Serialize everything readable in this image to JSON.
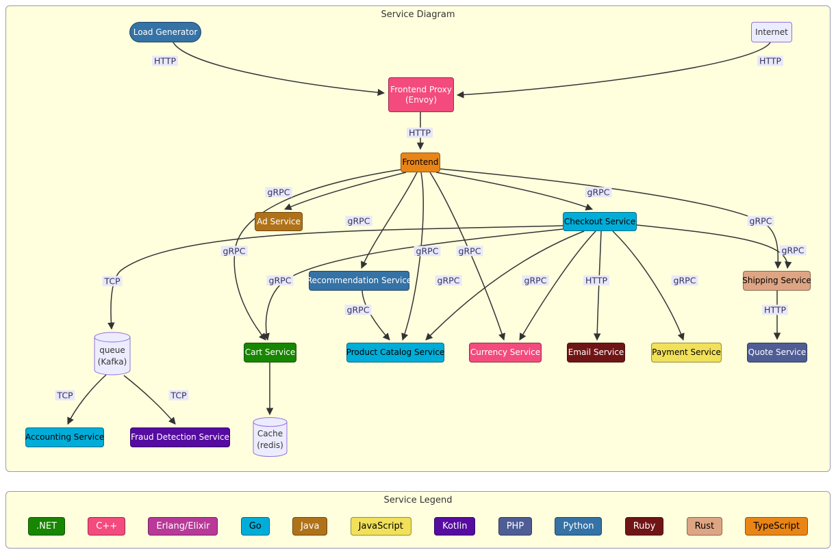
{
  "diagram": {
    "title": "Service Diagram",
    "nodes": {
      "load_generator": {
        "label": "Load Generator",
        "fill": "#3572a5"
      },
      "internet": {
        "label": "Internet",
        "fill": "#ececff"
      },
      "frontend_proxy": {
        "label": "Frontend Proxy",
        "sublabel": "(Envoy)",
        "fill": "#f34b7d"
      },
      "frontend": {
        "label": "Frontend",
        "fill": "#e98516"
      },
      "ad_service": {
        "label": "Ad Service",
        "fill": "#b07219"
      },
      "checkout_service": {
        "label": "Checkout Service",
        "fill": "#00add8"
      },
      "recommendation_service": {
        "label": "Recommendation Service",
        "fill": "#3572a5"
      },
      "shipping_service": {
        "label": "Shipping Service",
        "fill": "#dea584"
      },
      "queue": {
        "label": "queue",
        "sublabel": "(Kafka)",
        "fill": "#ececff"
      },
      "cart_service": {
        "label": "Cart Service",
        "fill": "#178600"
      },
      "product_catalog_service": {
        "label": "Product Catalog Service",
        "fill": "#00add8"
      },
      "currency_service": {
        "label": "Currency Service",
        "fill": "#f34b7d"
      },
      "email_service": {
        "label": "Email Service",
        "fill": "#701516"
      },
      "payment_service": {
        "label": "Payment Service",
        "fill": "#f1e05a"
      },
      "quote_service": {
        "label": "Quote Service",
        "fill": "#4f5d95"
      },
      "accounting_service": {
        "label": "Accounting Service",
        "fill": "#00add8"
      },
      "fraud_detection_service": {
        "label": "Fraud Detection Service",
        "fill": "#560ba1"
      },
      "cache": {
        "label": "Cache",
        "sublabel": "(redis)",
        "fill": "#ececff"
      }
    },
    "edges": [
      {
        "from": "Load Generator",
        "to": "Frontend Proxy (Envoy)",
        "label": "HTTP"
      },
      {
        "from": "Internet",
        "to": "Frontend Proxy (Envoy)",
        "label": "HTTP"
      },
      {
        "from": "Frontend Proxy (Envoy)",
        "to": "Frontend",
        "label": "HTTP"
      },
      {
        "from": "Frontend",
        "to": "Ad Service",
        "label": "gRPC"
      },
      {
        "from": "Frontend",
        "to": "Checkout Service",
        "label": "gRPC"
      },
      {
        "from": "Frontend",
        "to": "Recommendation Service",
        "label": "gRPC"
      },
      {
        "from": "Frontend",
        "to": "Cart Service",
        "label": "gRPC"
      },
      {
        "from": "Frontend",
        "to": "Product Catalog Service",
        "label": "gRPC"
      },
      {
        "from": "Frontend",
        "to": "Currency Service",
        "label": "gRPC"
      },
      {
        "from": "Frontend",
        "to": "Shipping Service",
        "label": "gRPC"
      },
      {
        "from": "Checkout Service",
        "to": "Cart Service",
        "label": "gRPC"
      },
      {
        "from": "Checkout Service",
        "to": "Product Catalog Service",
        "label": "gRPC"
      },
      {
        "from": "Checkout Service",
        "to": "Currency Service",
        "label": "gRPC"
      },
      {
        "from": "Checkout Service",
        "to": "Email Service",
        "label": "HTTP"
      },
      {
        "from": "Checkout Service",
        "to": "Payment Service",
        "label": "gRPC"
      },
      {
        "from": "Checkout Service",
        "to": "Shipping Service",
        "label": "gRPC"
      },
      {
        "from": "Checkout Service",
        "to": "queue (Kafka)",
        "label": "TCP"
      },
      {
        "from": "Recommendation Service",
        "to": "Product Catalog Service",
        "label": "gRPC"
      },
      {
        "from": "Shipping Service",
        "to": "Quote Service",
        "label": "HTTP"
      },
      {
        "from": "queue (Kafka)",
        "to": "Accounting Service",
        "label": "TCP"
      },
      {
        "from": "queue (Kafka)",
        "to": "Fraud Detection Service",
        "label": "TCP"
      },
      {
        "from": "Cart Service",
        "to": "Cache (redis)",
        "label": ""
      }
    ]
  },
  "legend": {
    "title": "Service Legend",
    "items": [
      {
        "label": ".NET",
        "fill": "#178600",
        "text": "#ffffff"
      },
      {
        "label": "C++",
        "fill": "#f34b7d",
        "text": "#ffffff"
      },
      {
        "label": "Erlang/Elixir",
        "fill": "#b83998",
        "text": "#ffffff"
      },
      {
        "label": "Go",
        "fill": "#00add8",
        "text": "#000000"
      },
      {
        "label": "Java",
        "fill": "#b07219",
        "text": "#ffffff"
      },
      {
        "label": "JavaScript",
        "fill": "#f1e05a",
        "text": "#000000"
      },
      {
        "label": "Kotlin",
        "fill": "#560ba1",
        "text": "#ffffff"
      },
      {
        "label": "PHP",
        "fill": "#4f5d95",
        "text": "#ffffff"
      },
      {
        "label": "Python",
        "fill": "#3572a5",
        "text": "#ffffff"
      },
      {
        "label": "Ruby",
        "fill": "#701516",
        "text": "#ffffff"
      },
      {
        "label": "Rust",
        "fill": "#dea584",
        "text": "#000000"
      },
      {
        "label": "TypeScript",
        "fill": "#e98516",
        "text": "#000000"
      }
    ]
  },
  "theme": {
    "panel_bg": "#ffffde",
    "edge_color": "#333333",
    "edge_label_bg": "#e8e8f8",
    "plain_node_bg": "#ececff",
    "plain_node_border": "#9370db"
  }
}
